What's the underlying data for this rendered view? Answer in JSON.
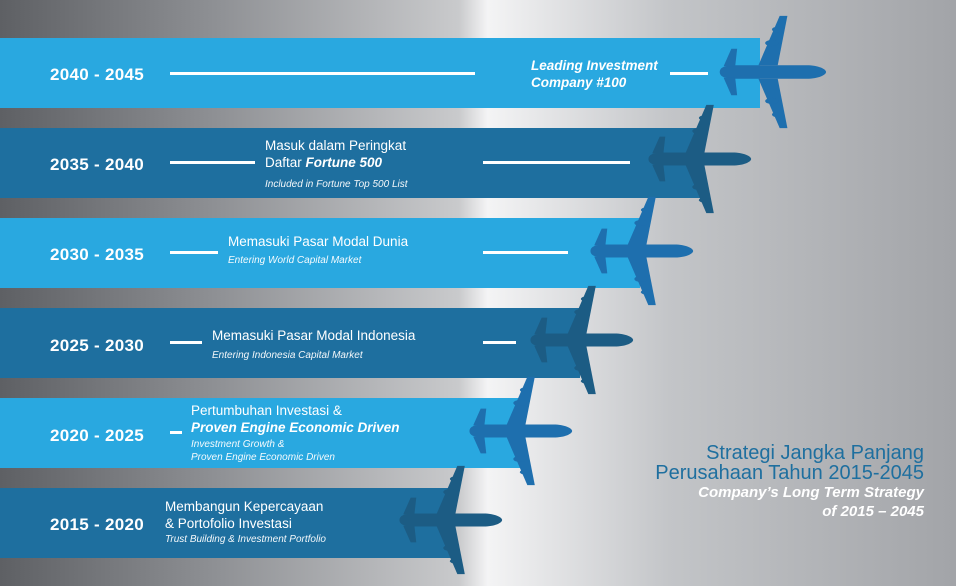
{
  "title": {
    "line1": "Strategi Jangka Panjang",
    "line2": "Perusahaan Tahun 2015-2045",
    "en1": "Company’s Long Term Strategy",
    "en2": "of 2015 – 2045"
  },
  "colors": {
    "light": "#29a8e0",
    "dark": "#1e6f9f",
    "plane_light": "#1e6fae",
    "plane_dark": "#1c5c84"
  },
  "bands": [
    {
      "years": "2040 - 2045",
      "main1": "Leading Investment",
      "main2": "Company #100",
      "sub1": "",
      "sub2": ""
    },
    {
      "years": "2035 - 2040",
      "main1": "Masuk dalam Peringkat",
      "main2a": "Daftar ",
      "main2b": "Fortune 500",
      "sub1": "Included in Fortune Top 500 List"
    },
    {
      "years": "2030 - 2035",
      "main1": "Memasuki Pasar Modal Dunia",
      "sub1": "Entering World Capital Market"
    },
    {
      "years": "2025 - 2030",
      "main1": "Memasuki Pasar Modal Indonesia",
      "sub1": "Entering Indonesia Capital Market"
    },
    {
      "years": "2020 - 2025",
      "main1": "Pertumbuhan Investasi &",
      "main2": "Proven Engine Economic Driven",
      "sub1": "Investment Growth &",
      "sub2": "Proven Engine Economic Driven"
    },
    {
      "years": "2015 - 2020",
      "main1": "Membangun Kepercayaan",
      "main2": "& Portofolio Investasi",
      "sub1": "Trust Building & Investment Portfolio"
    }
  ]
}
